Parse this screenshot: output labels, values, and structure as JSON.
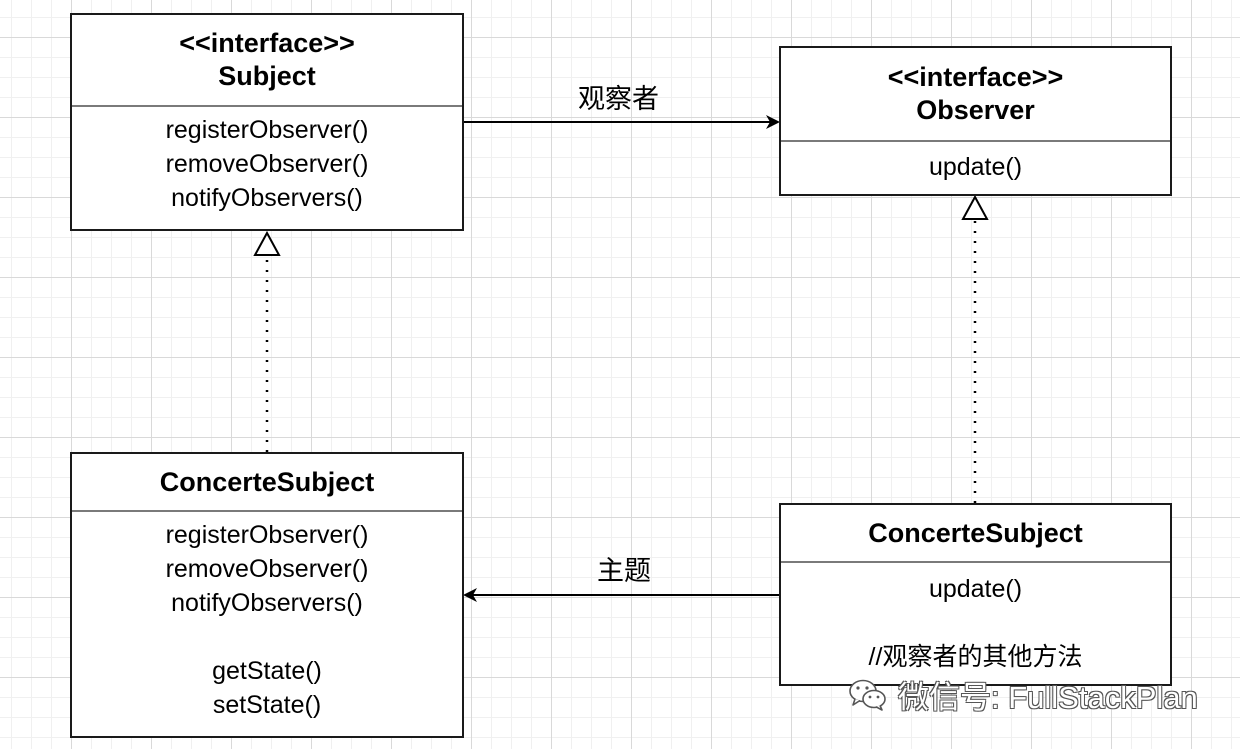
{
  "nodes": {
    "subject": {
      "stereotype": "<<interface>>",
      "name": "Subject",
      "methods": [
        "registerObserver()",
        "removeObserver()",
        "notifyObservers()"
      ]
    },
    "observer": {
      "stereotype": "<<interface>>",
      "name": "Observer",
      "methods": [
        "update()"
      ]
    },
    "concrete_subject": {
      "name": "ConcerteSubject",
      "methods": [
        "registerObserver()",
        "removeObserver()",
        "notifyObservers()",
        "",
        "getState()",
        "setState()"
      ]
    },
    "concrete_observer": {
      "name": "ConcerteSubject",
      "methods": [
        "update()",
        "",
        "//观察者的其他方法"
      ]
    }
  },
  "edges": [
    {
      "from": "subject",
      "to": "observer",
      "type": "association",
      "label": "观察者"
    },
    {
      "from": "concrete_observer",
      "to": "concrete_subject",
      "type": "association",
      "label": "主题"
    },
    {
      "from": "concrete_subject",
      "to": "subject",
      "type": "realization",
      "label": ""
    },
    {
      "from": "concrete_observer",
      "to": "observer",
      "type": "realization",
      "label": ""
    }
  ],
  "watermark": {
    "text": "微信号: FullStackPlan",
    "icon": "wechat-icon"
  }
}
